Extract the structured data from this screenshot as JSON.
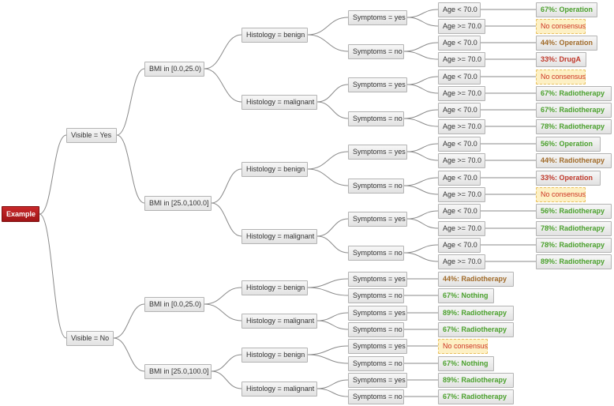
{
  "colors": {
    "root_fill": "#b81c1e",
    "leaf_green": "#4aa02c",
    "leaf_brown": "#a06a28",
    "leaf_red": "#c0392b",
    "no_consensus_fill": "#fdf0c4",
    "edge": "#8a8a8a"
  },
  "root": {
    "label": "Example"
  },
  "visible": [
    {
      "label": "Visible = Yes"
    },
    {
      "label": "Visible = No"
    }
  ],
  "bmi": [
    {
      "label": "BMI in [0.0,25.0)"
    },
    {
      "label": "BMI in [25.0,100.0]"
    },
    {
      "label": "BMI in [0.0,25.0)"
    },
    {
      "label": "BMI in [25.0,100.0]"
    }
  ],
  "histology": [
    {
      "label": "Histology = benign"
    },
    {
      "label": "Histology = malignant"
    },
    {
      "label": "Histology = benign"
    },
    {
      "label": "Histology = malignant"
    },
    {
      "label": "Histology = benign"
    },
    {
      "label": "Histology = malignant"
    },
    {
      "label": "Histology = benign"
    },
    {
      "label": "Histology = malignant"
    }
  ],
  "symptoms": [
    {
      "label": "Symptoms = yes"
    },
    {
      "label": "Symptoms = no"
    },
    {
      "label": "Symptoms = yes"
    },
    {
      "label": "Symptoms = no"
    },
    {
      "label": "Symptoms = yes"
    },
    {
      "label": "Symptoms = no"
    },
    {
      "label": "Symptoms = yes"
    },
    {
      "label": "Symptoms = no"
    },
    {
      "label": "Symptoms = yes"
    },
    {
      "label": "Symptoms = no"
    },
    {
      "label": "Symptoms = yes"
    },
    {
      "label": "Symptoms = no"
    },
    {
      "label": "Symptoms = yes"
    },
    {
      "label": "Symptoms = no"
    },
    {
      "label": "Symptoms = yes"
    },
    {
      "label": "Symptoms = no"
    }
  ],
  "age": [
    {
      "label": "Age < 70.0"
    },
    {
      "label": "Age >= 70.0"
    },
    {
      "label": "Age < 70.0"
    },
    {
      "label": "Age >= 70.0"
    },
    {
      "label": "Age < 70.0"
    },
    {
      "label": "Age >= 70.0"
    },
    {
      "label": "Age < 70.0"
    },
    {
      "label": "Age >= 70.0"
    },
    {
      "label": "Age < 70.0"
    },
    {
      "label": "Age >= 70.0"
    },
    {
      "label": "Age < 70.0"
    },
    {
      "label": "Age >= 70.0"
    },
    {
      "label": "Age < 70.0"
    },
    {
      "label": "Age >= 70.0"
    },
    {
      "label": "Age < 70.0"
    },
    {
      "label": "Age >= 70.0"
    }
  ],
  "age_outcomes": [
    {
      "label": "67%: Operation",
      "tone": "green"
    },
    {
      "label": "No consensus",
      "tone": "nc"
    },
    {
      "label": "44%: Operation",
      "tone": "brown"
    },
    {
      "label": "33%: DrugA",
      "tone": "red"
    },
    {
      "label": "No consensus",
      "tone": "nc"
    },
    {
      "label": "67%: Radiotherapy",
      "tone": "green"
    },
    {
      "label": "67%: Radiotherapy",
      "tone": "green"
    },
    {
      "label": "78%: Radiotherapy",
      "tone": "green"
    },
    {
      "label": "56%: Operation",
      "tone": "green"
    },
    {
      "label": "44%: Radiotherapy",
      "tone": "brown"
    },
    {
      "label": "33%: Operation",
      "tone": "red"
    },
    {
      "label": "No consensus",
      "tone": "nc"
    },
    {
      "label": "56%: Radiotherapy",
      "tone": "green"
    },
    {
      "label": "78%: Radiotherapy",
      "tone": "green"
    },
    {
      "label": "78%: Radiotherapy",
      "tone": "green"
    },
    {
      "label": "89%: Radiotherapy",
      "tone": "green"
    }
  ],
  "symptom_outcomes": [
    {
      "label": "44%: Radiotherapy",
      "tone": "brown"
    },
    {
      "label": "67%: Nothing",
      "tone": "green"
    },
    {
      "label": "89%: Radiotherapy",
      "tone": "green"
    },
    {
      "label": "67%: Radiotherapy",
      "tone": "green"
    },
    {
      "label": "No consensus",
      "tone": "nc"
    },
    {
      "label": "67%: Nothing",
      "tone": "green"
    },
    {
      "label": "89%: Radiotherapy",
      "tone": "green"
    },
    {
      "label": "67%: Radiotherapy",
      "tone": "green"
    }
  ]
}
